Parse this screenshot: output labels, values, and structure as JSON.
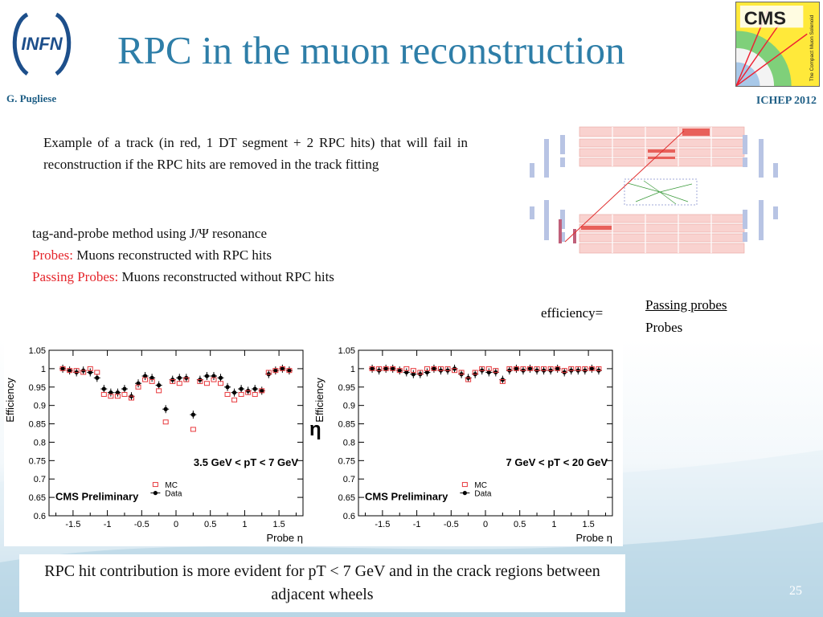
{
  "title": "RPC in the muon reconstruction",
  "author": "G. Pugliese",
  "conference": "ICHEP 2012",
  "logo_infn": "INFN",
  "logo_cms": "CMS",
  "logo_cms_sub": "The Compact Muon Solenoid",
  "box1_text": "Example of a track (in red, 1 DT segment + 2 RPC hits) that will fail in reconstruction if the RPC hits are removed in the track fitting",
  "box2": {
    "line1": "tag-and-probe method using J/Ψ resonance",
    "probes_key": "Probes:",
    "probes_val": " Muons reconstructed with RPC hits",
    "passing_key": "Passing Probes:",
    "passing_val": " Muons reconstructed without RPC hits"
  },
  "efficiency": {
    "label": "efficiency=",
    "numerator": "Passing probes",
    "denominator": "Probes"
  },
  "eta_symbol": "η",
  "conclusion": "RPC hit contribution is more evident for pT < 7 GeV and in the crack regions between adjacent wheels",
  "page_number": "25",
  "colors": {
    "title": "#2e7ea8",
    "red": "#e5262c",
    "mc": "#e8383c",
    "data": "#000000"
  },
  "chart_data": [
    {
      "type": "scatter",
      "xlabel": "Probe η",
      "ylabel": "Efficiency",
      "xlim": [
        -1.85,
        1.85
      ],
      "ylim": [
        0.6,
        1.05
      ],
      "yticks": [
        0.6,
        0.65,
        0.7,
        0.75,
        0.8,
        0.85,
        0.9,
        0.95,
        1,
        1.05
      ],
      "xticks": [
        -1.5,
        -1,
        -0.5,
        0,
        0.5,
        1,
        1.5
      ],
      "annotation": "3.5 GeV < pT < 7 GeV",
      "watermark": "CMS Preliminary",
      "legend": [
        {
          "name": "MC",
          "marker": "open-square",
          "color": "#e8383c"
        },
        {
          "name": "Data",
          "marker": "filled-circle",
          "color": "#000000"
        }
      ],
      "x": [
        -1.65,
        -1.55,
        -1.45,
        -1.35,
        -1.25,
        -1.15,
        -1.05,
        -0.95,
        -0.85,
        -0.75,
        -0.65,
        -0.55,
        -0.45,
        -0.35,
        -0.25,
        -0.15,
        -0.05,
        0.05,
        0.15,
        0.25,
        0.35,
        0.45,
        0.55,
        0.65,
        0.75,
        0.85,
        0.95,
        1.05,
        1.15,
        1.25,
        1.35,
        1.45,
        1.55,
        1.65
      ],
      "series": [
        {
          "name": "MC",
          "values": [
            1.0,
            0.995,
            0.995,
            0.99,
            1.0,
            0.99,
            0.93,
            0.925,
            0.925,
            0.93,
            0.92,
            0.95,
            0.97,
            0.965,
            0.94,
            0.855,
            0.965,
            0.96,
            0.97,
            0.835,
            0.965,
            0.96,
            0.97,
            0.96,
            0.93,
            0.915,
            0.93,
            0.935,
            0.93,
            0.94,
            0.99,
            0.995,
            1.0,
            0.995
          ]
        },
        {
          "name": "Data",
          "values": [
            1.0,
            0.995,
            0.99,
            0.995,
            0.99,
            0.975,
            0.945,
            0.935,
            0.935,
            0.945,
            0.925,
            0.96,
            0.98,
            0.975,
            0.955,
            0.89,
            0.97,
            0.975,
            0.975,
            0.875,
            0.97,
            0.98,
            0.98,
            0.975,
            0.95,
            0.935,
            0.945,
            0.94,
            0.945,
            0.94,
            0.985,
            0.995,
            1.0,
            0.995
          ]
        }
      ]
    },
    {
      "type": "scatter",
      "xlabel": "Probe η",
      "ylabel": "Efficiency",
      "xlim": [
        -1.85,
        1.85
      ],
      "ylim": [
        0.6,
        1.05
      ],
      "yticks": [
        0.6,
        0.65,
        0.7,
        0.75,
        0.8,
        0.85,
        0.9,
        0.95,
        1,
        1.05
      ],
      "xticks": [
        -1.5,
        -1,
        -0.5,
        0,
        0.5,
        1,
        1.5
      ],
      "annotation": "7 GeV < pT < 20 GeV",
      "watermark": "CMS Preliminary",
      "legend": [
        {
          "name": "MC",
          "marker": "open-square",
          "color": "#e8383c"
        },
        {
          "name": "Data",
          "marker": "filled-circle",
          "color": "#000000"
        }
      ],
      "x": [
        -1.65,
        -1.55,
        -1.45,
        -1.35,
        -1.25,
        -1.15,
        -1.05,
        -0.95,
        -0.85,
        -0.75,
        -0.65,
        -0.55,
        -0.45,
        -0.35,
        -0.25,
        -0.15,
        -0.05,
        0.05,
        0.15,
        0.25,
        0.35,
        0.45,
        0.55,
        0.65,
        0.75,
        0.85,
        0.95,
        1.05,
        1.15,
        1.25,
        1.35,
        1.45,
        1.55,
        1.65
      ],
      "series": [
        {
          "name": "MC",
          "values": [
            1.0,
            1.0,
            1.0,
            1.0,
            0.995,
            1.0,
            0.995,
            0.99,
            1.0,
            1.0,
            1.0,
            1.0,
            0.995,
            0.99,
            0.97,
            0.99,
            1.0,
            1.0,
            0.995,
            0.965,
            1.0,
            1.0,
            1.0,
            1.0,
            1.0,
            1.0,
            1.0,
            1.0,
            0.995,
            1.0,
            1.0,
            1.0,
            1.0,
            1.0
          ]
        },
        {
          "name": "Data",
          "values": [
            1.0,
            0.995,
            1.0,
            1.0,
            0.995,
            0.99,
            0.985,
            0.985,
            0.99,
            1.0,
            0.995,
            0.995,
            1.0,
            0.985,
            0.975,
            0.985,
            0.995,
            0.99,
            0.99,
            0.97,
            0.995,
            1.0,
            0.995,
            1.0,
            0.995,
            0.995,
            0.995,
            1.0,
            0.99,
            0.995,
            0.995,
            0.995,
            1.0,
            0.995
          ]
        }
      ]
    }
  ]
}
